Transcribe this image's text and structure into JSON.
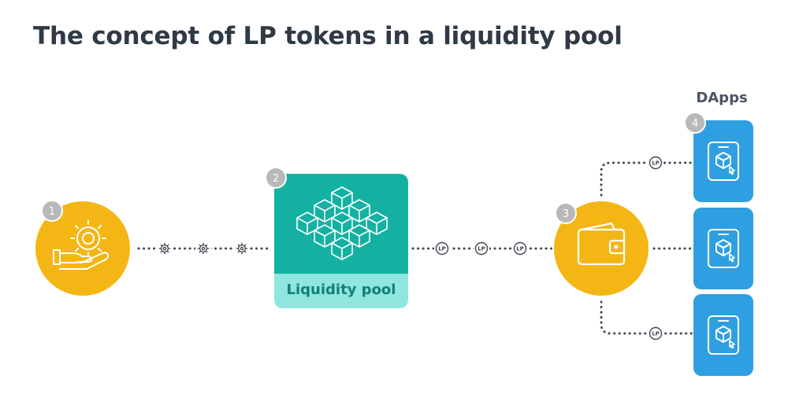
{
  "title": "The concept of LP tokens in a liquidity pool",
  "dapps_label": "DApps",
  "pool_label": "Liquidity pool",
  "step_numbers": [
    "1",
    "2",
    "3",
    "4"
  ],
  "token_label": "LP",
  "colors": {
    "title": "#2f3a45",
    "yellow": "#f4b614",
    "teal": "#14b1a2",
    "teal_light": "#8ee6df",
    "blue": "#2e9fe0",
    "badge": "#b8b8b8",
    "connector": "#3e4650"
  },
  "icons": {
    "provider": "hand-gear-icon",
    "pool": "cubes-icon",
    "wallet": "wallet-icon",
    "dapp": "phone-cube-icon",
    "token": "lp-token-icon",
    "gear": "gear-icon"
  }
}
